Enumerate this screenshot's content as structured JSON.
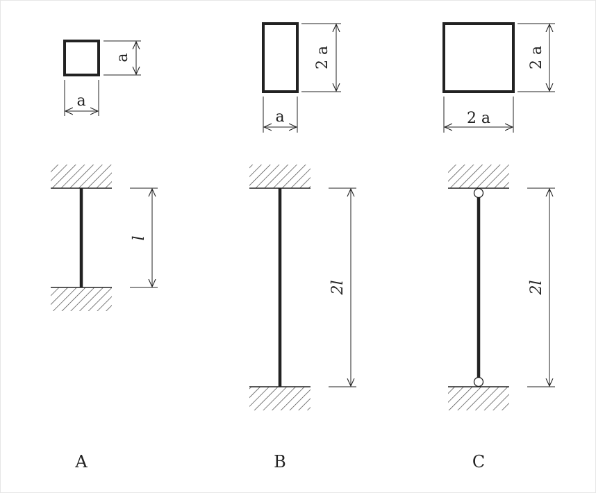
{
  "columns": [
    {
      "caption": "A",
      "section_width_label": "a",
      "section_height_label": "a",
      "length_label": "l"
    },
    {
      "caption": "B",
      "section_width_label": "a",
      "section_height_label": "2 a",
      "length_label": "2l"
    },
    {
      "caption": "C",
      "section_width_label": "2 a",
      "section_height_label": "2 a",
      "length_label": "2l"
    }
  ],
  "colors": {
    "stroke": "#222222",
    "hatch": "#444444",
    "background": "#ffffff"
  }
}
